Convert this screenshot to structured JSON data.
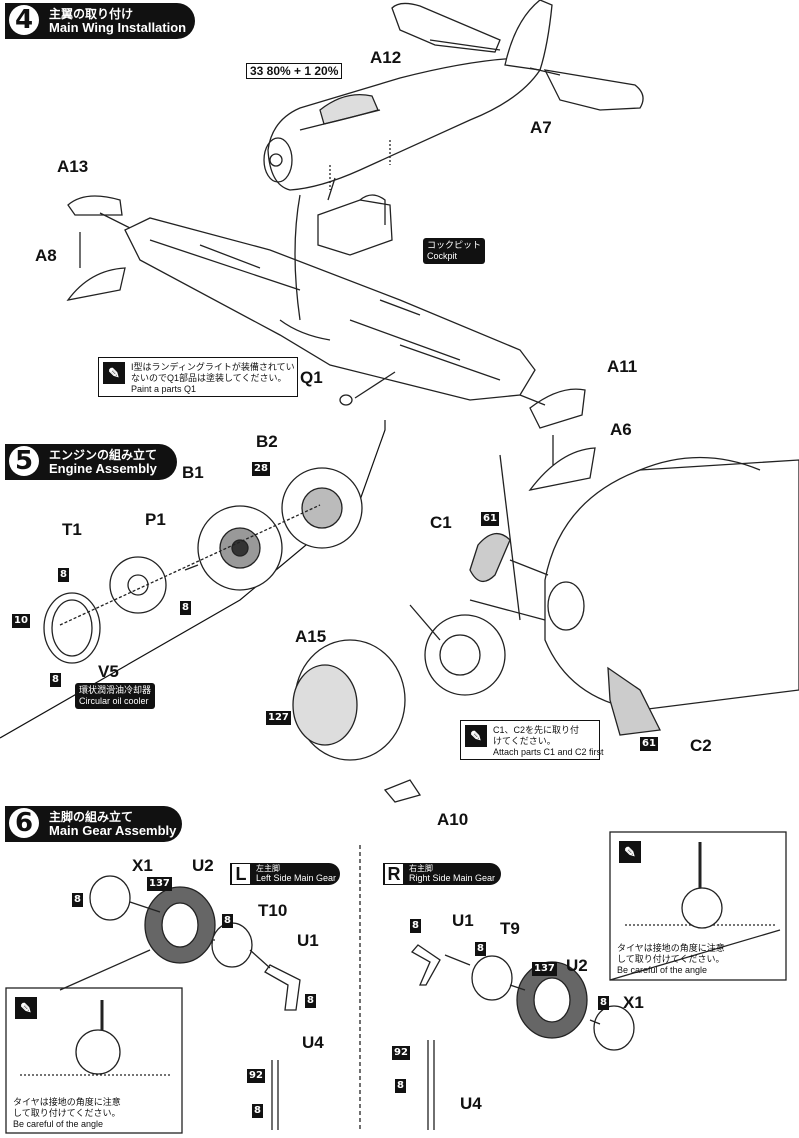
{
  "step4": {
    "number": "4",
    "title_jp": "主翼の取り付け",
    "title_en": "Main Wing Installation",
    "paint_mix": "33 80% + 1 20%",
    "cockpit_jp": "コックピット",
    "cockpit_en": "Cockpit",
    "note_jp_1": "I型はランディングライトが装備されてい",
    "note_jp_2": "ないのでQ1部品は塗装してください。",
    "note_en": "Paint a parts Q1",
    "labels": {
      "a12": "A12",
      "a7": "A7",
      "a13": "A13",
      "a8": "A8",
      "q1": "Q1",
      "a11": "A11",
      "a6": "A6"
    }
  },
  "step5": {
    "number": "5",
    "title_jp": "エンジンの組み立て",
    "title_en": "Engine Assembly",
    "oil_cooler_jp": "環状潤滑油冷却器",
    "oil_cooler_en": "Circular oil cooler",
    "note_jp_1": "C1、C2を先に取り付",
    "note_jp_2": "けてください。",
    "note_en": "Attach parts C1 and C2 first",
    "labels": {
      "b1": "B1",
      "b2": "B2",
      "t1": "T1",
      "p1": "P1",
      "v5": "V5",
      "c1": "C1",
      "c2": "C2",
      "a15": "A15",
      "a10": "A10"
    },
    "codes": {
      "c28": "28",
      "c8a": "8",
      "c8b": "8",
      "c10": "10",
      "c8c": "8",
      "c61a": "61",
      "c61b": "61",
      "c127": "127"
    }
  },
  "step6": {
    "number": "6",
    "title_jp": "主脚の組み立て",
    "title_en": "Main Gear Assembly",
    "left_letter": "L",
    "left_jp": "左主脚",
    "left_en": "Left Side Main Gear",
    "right_letter": "R",
    "right_jp": "右主脚",
    "right_en": "Right Side Main Gear",
    "note_jp_1": "タイヤは接地の角度に注意",
    "note_jp_2": "して取り付けてください。",
    "note_en": "Be careful of the angle",
    "labels": {
      "x1l": "X1",
      "u2l": "U2",
      "t10": "T10",
      "u1l": "U1",
      "u4l": "U4",
      "u1r": "U1",
      "t9": "T9",
      "u2r": "U2",
      "x1r": "X1",
      "u4r": "U4"
    },
    "codes": {
      "l8a": "8",
      "l137": "137",
      "l8b": "8",
      "l8c": "8",
      "l92": "92",
      "l8d": "8",
      "r8a": "8",
      "r8b": "8",
      "r137": "137",
      "r8c": "8",
      "r92": "92",
      "r8d": "8"
    }
  }
}
